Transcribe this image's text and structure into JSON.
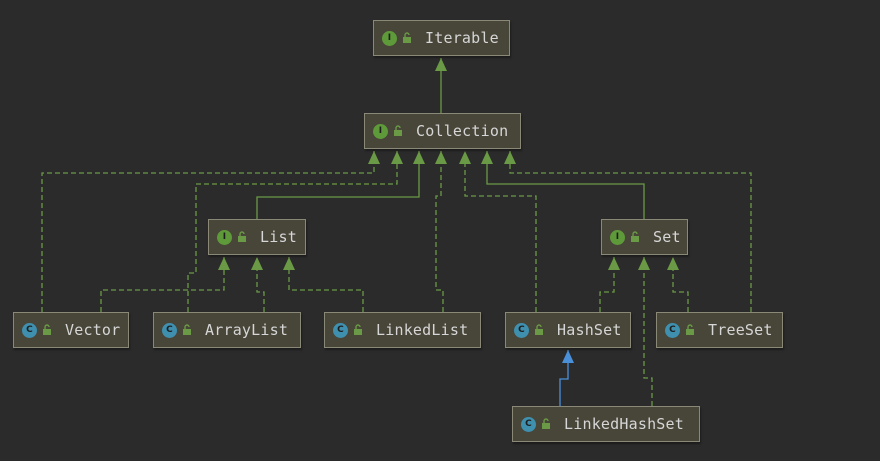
{
  "colors": {
    "background": "#2b2b2b",
    "node_fill": "#484539",
    "node_border": "#8a8877",
    "interface_badge": "#5f9a3a",
    "class_badge": "#3f8fae",
    "implements_edge": "#6a9a45",
    "extends_interface_edge": "#6a9a45",
    "extends_class_edge": "#4a90d9"
  },
  "nodes": [
    {
      "id": "iterable",
      "kind": "interface",
      "badge": "I",
      "label": "Iterable"
    },
    {
      "id": "collection",
      "kind": "interface",
      "badge": "I",
      "label": "Collection"
    },
    {
      "id": "list",
      "kind": "interface",
      "badge": "I",
      "label": "List"
    },
    {
      "id": "set",
      "kind": "interface",
      "badge": "I",
      "label": "Set"
    },
    {
      "id": "vector",
      "kind": "class",
      "badge": "C",
      "label": "Vector"
    },
    {
      "id": "arraylist",
      "kind": "class",
      "badge": "C",
      "label": "ArrayList"
    },
    {
      "id": "linkedlist",
      "kind": "class",
      "badge": "C",
      "label": "LinkedList"
    },
    {
      "id": "hashset",
      "kind": "class",
      "badge": "C",
      "label": "HashSet"
    },
    {
      "id": "treeset",
      "kind": "class",
      "badge": "C",
      "label": "TreeSet"
    },
    {
      "id": "linkedhashset",
      "kind": "class",
      "badge": "C",
      "label": "LinkedHashSet"
    }
  ],
  "edges": [
    {
      "from": "collection",
      "to": "iterable",
      "type": "extends"
    },
    {
      "from": "list",
      "to": "collection",
      "type": "extends"
    },
    {
      "from": "set",
      "to": "collection",
      "type": "extends"
    },
    {
      "from": "vector",
      "to": "collection",
      "type": "implements"
    },
    {
      "from": "arraylist",
      "to": "collection",
      "type": "implements"
    },
    {
      "from": "linkedlist",
      "to": "collection",
      "type": "implements"
    },
    {
      "from": "hashset",
      "to": "collection",
      "type": "implements"
    },
    {
      "from": "treeset",
      "to": "collection",
      "type": "implements"
    },
    {
      "from": "vector",
      "to": "list",
      "type": "implements"
    },
    {
      "from": "arraylist",
      "to": "list",
      "type": "implements"
    },
    {
      "from": "linkedlist",
      "to": "list",
      "type": "implements"
    },
    {
      "from": "hashset",
      "to": "set",
      "type": "implements"
    },
    {
      "from": "treeset",
      "to": "set",
      "type": "implements"
    },
    {
      "from": "linkedhashset",
      "to": "set",
      "type": "implements"
    },
    {
      "from": "linkedhashset",
      "to": "hashset",
      "type": "extends-class"
    }
  ]
}
